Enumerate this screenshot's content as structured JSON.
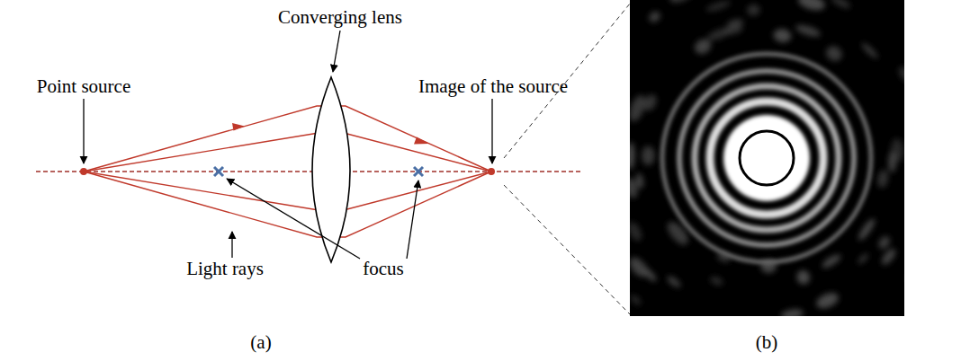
{
  "diagram": {
    "labels": [
      "Converging lens",
      "Point source",
      "Image of the source",
      "Light rays",
      "focus",
      "(a)",
      "(b)"
    ]
  }
}
